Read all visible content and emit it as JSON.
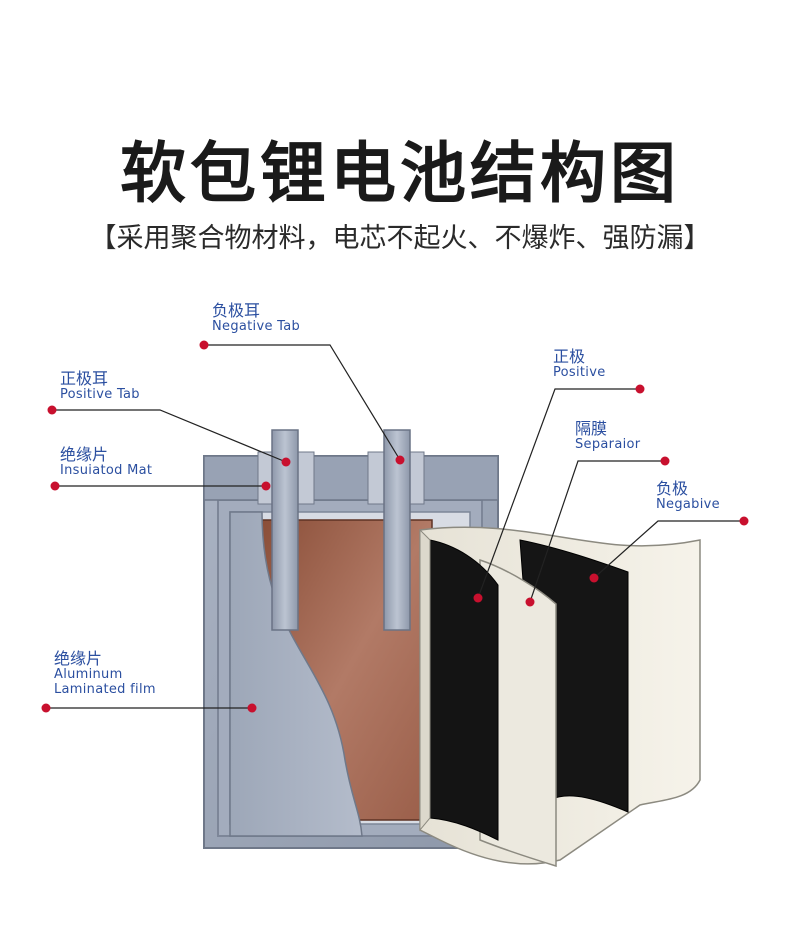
{
  "header": {
    "title": "软包锂电池结构图",
    "subtitle": "【采用聚合物材料，电芯不起火、不爆炸、强防漏】"
  },
  "labels": {
    "negative_tab": {
      "zh": "负极耳",
      "en": "Negative Tab"
    },
    "positive_tab": {
      "zh": "正极耳",
      "en": "Positive Tab"
    },
    "insulated_mat": {
      "zh": "绝缘片",
      "en": "Insuiatod Mat"
    },
    "aluminum_film": {
      "zh": "绝缘片",
      "en1": "Aluminum",
      "en2": "Laminated film"
    },
    "positive": {
      "zh": "正极",
      "en": "Positive"
    },
    "separator": {
      "zh": "隔膜",
      "en": "Separaior"
    },
    "negative": {
      "zh": "负极",
      "en": "Negabive"
    }
  },
  "colors": {
    "label_text": "#2b4fa0",
    "marker_dot": "#c8102e",
    "leader_line": "#222222"
  }
}
